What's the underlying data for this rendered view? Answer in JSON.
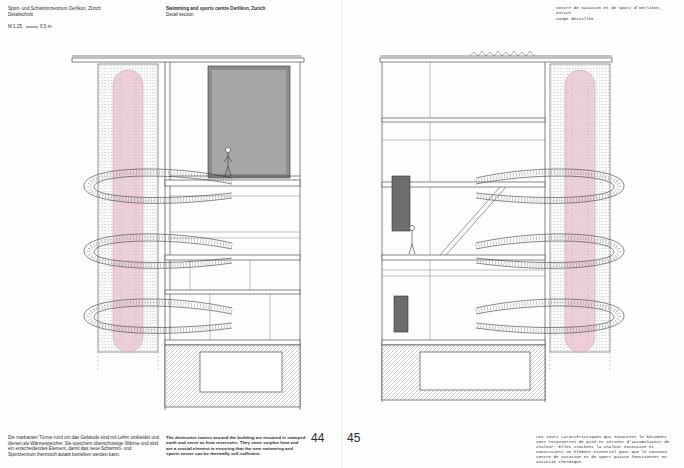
{
  "diagram": {
    "labels": [
      "Sport- und Schwimmzentrum Oerlikon, Zürich",
      "Detailschnitt",
      "M 1:25",
      "0,5 m",
      "Swimming and sports centre Oerlikon, Zurich",
      "Detail section",
      "Centre de natation et de sport d'Oerlikon, Zurich",
      "Coupe détaillée",
      "Die markanten Türme rund um das Gebäude sind mit Lehm umkleidet und dienen als Wärmespeicher. Sie speichern überschüssige Wärme und sind ein entscheidendes Element, damit das neue Schwimm- und Sportzentrum thermisch autark betrieben werden kann.",
      "The distinctive towers around the building are encased in stamped earth and serve as heat reservoirs. They store surplus heat and are a crucial element in ensuring that the new swimming and sports centre can be thermally self-sufficient.",
      "Les tours caractéristiques qui entourent le bâtiment sont recouvertes de pisé et servent d'accumulateur de chaleur. Elles stockent la chaleur excessive et constituent un élément essentiel pour que le nouveau centre de natation et de sport puisse fonctionner en autarcie thermique.",
      "44",
      "45"
    ]
  }
}
